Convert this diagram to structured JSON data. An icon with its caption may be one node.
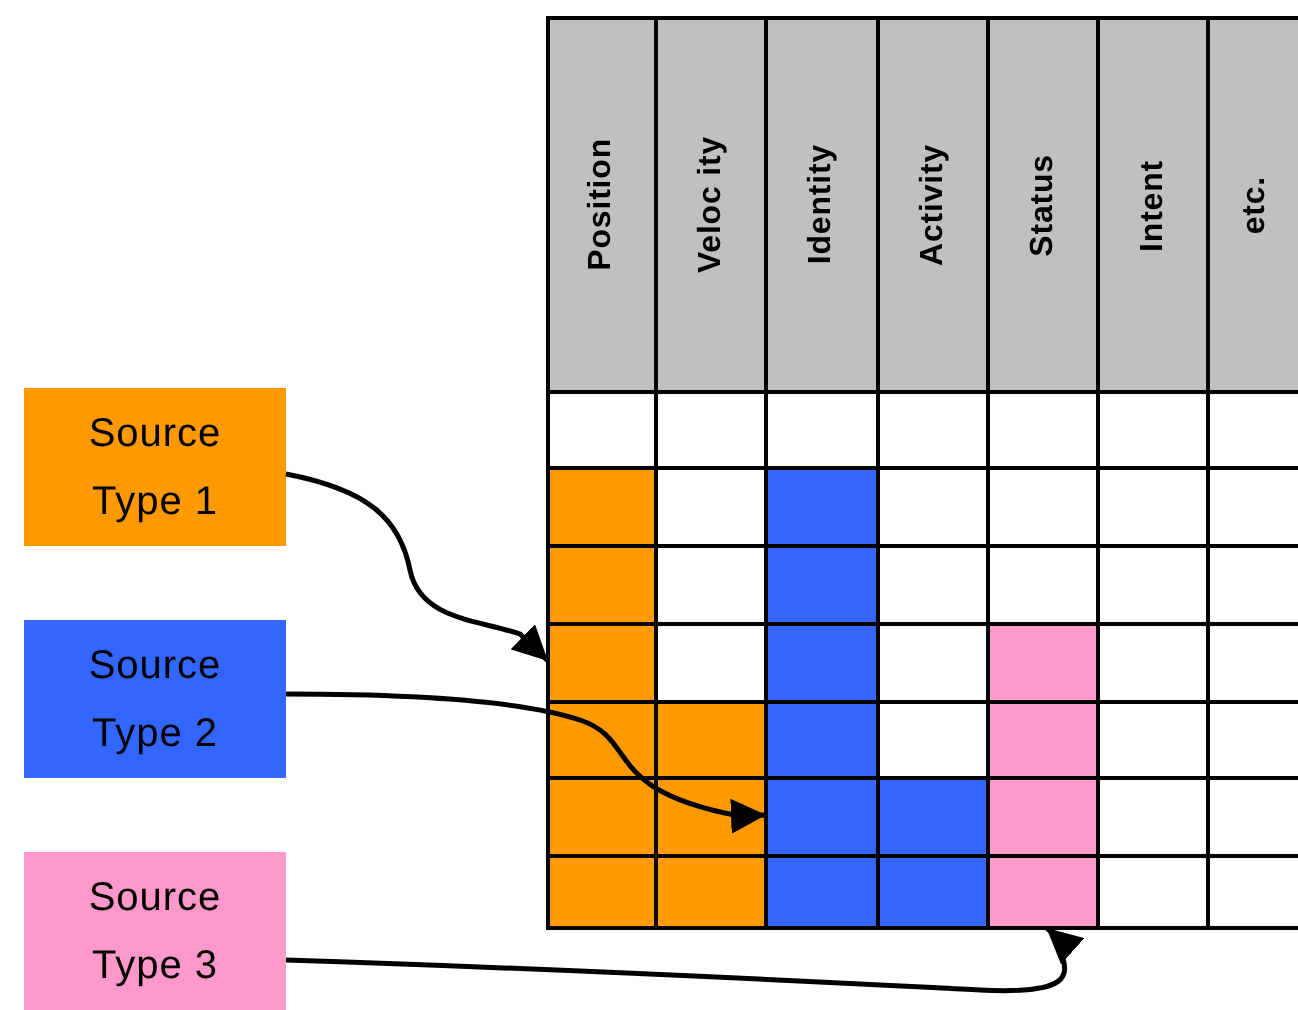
{
  "diagram": {
    "nodes": [
      {
        "text": [
          "Source Type 1"
        ]
      },
      {
        "text": [
          "Source Type 2"
        ]
      },
      {
        "text": [
          "Source Type 3"
        ]
      },
      {
        "text": [
          "Position"
        ]
      },
      {
        "text": [
          "Veloc ity"
        ]
      },
      {
        "text": [
          "Identity"
        ]
      },
      {
        "text": [
          "Activity"
        ]
      },
      {
        "text": [
          "Status"
        ]
      },
      {
        "text": [
          "Intent"
        ]
      },
      {
        "text": [
          "etc."
        ]
      },
      {
        "text": [],
        "shape": "box"
      },
      {
        "text": [],
        "shape": "box"
      },
      {
        "text": [],
        "shape": "box"
      }
    ],
    "edges": [
      {
        "from": 0,
        "to": 10,
        "arrow": "to"
      },
      {
        "from": 1,
        "to": 11,
        "arrow": "to"
      },
      {
        "from": 2,
        "to": 12,
        "arrow": "to"
      }
    ]
  }
}
